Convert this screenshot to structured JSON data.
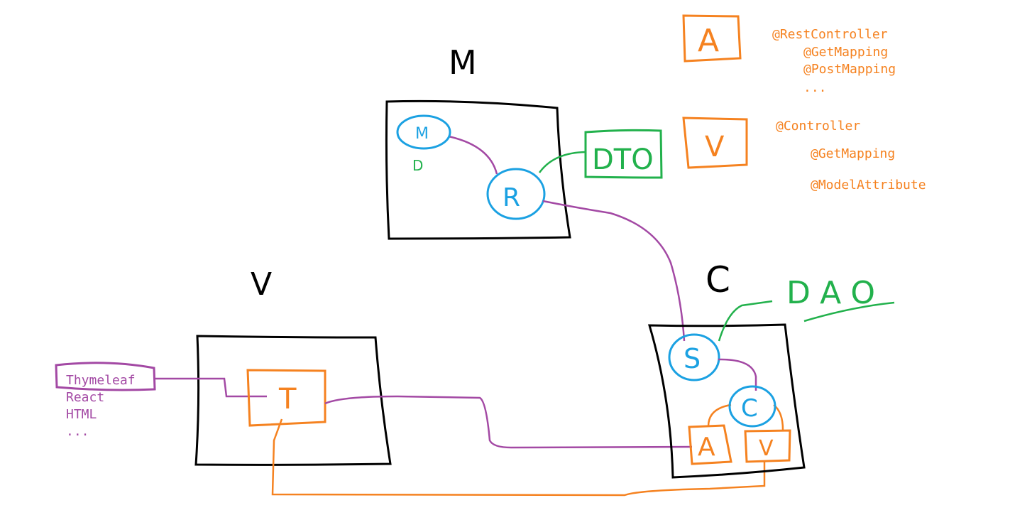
{
  "colors": {
    "black": "#000000",
    "blue": "#1ba1e2",
    "purple": "#a349a4",
    "orange": "#f58220",
    "green": "#22b14c"
  },
  "sections": {
    "model_label": "M",
    "view_label": "V",
    "controller_label": "C"
  },
  "model_box": {
    "entity_label": "M",
    "entity_sub": "D",
    "repo_label": "R",
    "dto_label": "DTO"
  },
  "view_box": {
    "template_label": "T"
  },
  "controller_box": {
    "service_label": "S",
    "controller_label": "C",
    "api_label": "A",
    "view_label": "V"
  },
  "dao_label": "DAO",
  "view_tech": [
    "Thymeleaf",
    "React",
    "HTML",
    "..."
  ],
  "legend": {
    "api": {
      "badge": "A",
      "annotations": [
        "@RestController",
        "@GetMapping",
        "@PostMapping",
        "..."
      ]
    },
    "view": {
      "badge": "V",
      "annotations": [
        "@Controller",
        "@GetMapping",
        "@ModelAttribute"
      ]
    }
  }
}
